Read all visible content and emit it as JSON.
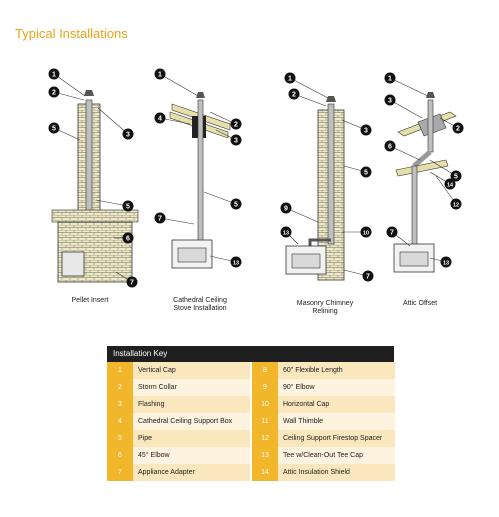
{
  "title": "Typical Installations",
  "installations": [
    {
      "caption_line1": "Pellet Insert",
      "caption_line2": ""
    },
    {
      "caption_line1": "Cathedral Ceiling",
      "caption_line2": "Stove Installation"
    },
    {
      "caption_line1": "Masonry Chimney",
      "caption_line2": "Relining"
    },
    {
      "caption_line1": "Attic Offset",
      "caption_line2": ""
    }
  ],
  "callouts": {
    "pellet": [
      "1",
      "2",
      "3",
      "5",
      "5",
      "6",
      "7"
    ],
    "cathedral": [
      "1",
      "4",
      "2",
      "3",
      "5",
      "7",
      "13"
    ],
    "masonry": [
      "1",
      "2",
      "3",
      "5",
      "9",
      "13",
      "10",
      "7"
    ],
    "attic": [
      "1",
      "3",
      "2",
      "6",
      "5",
      "14",
      "12",
      "7",
      "13"
    ]
  },
  "key": {
    "heading": "Installation Key",
    "left": [
      {
        "num": "1",
        "label": "Vertical Cap"
      },
      {
        "num": "2",
        "label": "Storm Collar"
      },
      {
        "num": "3",
        "label": "Flashing"
      },
      {
        "num": "4",
        "label": "Cathedral Ceiling Support Box"
      },
      {
        "num": "5",
        "label": "Pipe"
      },
      {
        "num": "6",
        "label": "45° Elbow"
      },
      {
        "num": "7",
        "label": "Appliance Adapter"
      }
    ],
    "right": [
      {
        "num": "8",
        "label": "60\" Flexible Length"
      },
      {
        "num": "9",
        "label": "90° Elbow"
      },
      {
        "num": "10",
        "label": "Horizontal Cap"
      },
      {
        "num": "11",
        "label": "Wall Thimble"
      },
      {
        "num": "12",
        "label": "Ceiling Support Firestop Spacer"
      },
      {
        "num": "13",
        "label": "Tee w/Clean-Out Tee Cap"
      },
      {
        "num": "14",
        "label": "Attic Insulation Shield"
      }
    ]
  },
  "colors": {
    "accent": "#e8a317",
    "key_number": "#f1b62a",
    "brick": "#efe9c8"
  }
}
